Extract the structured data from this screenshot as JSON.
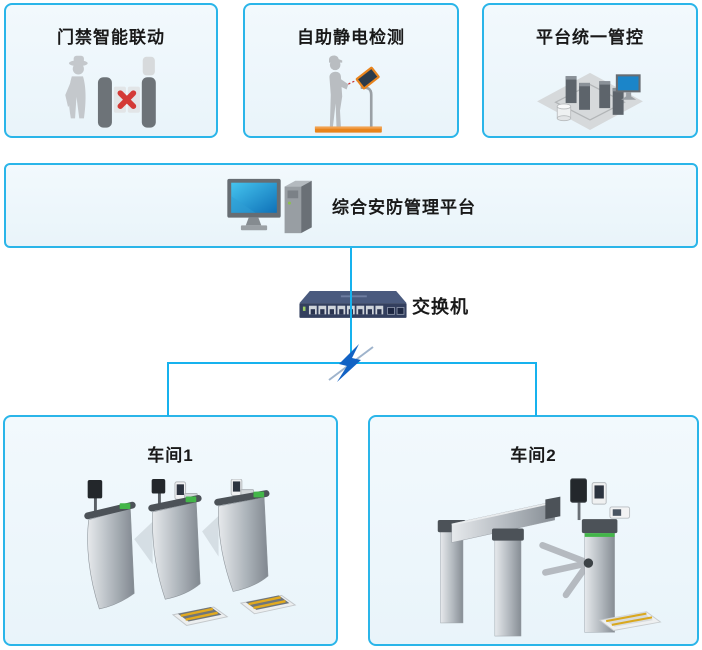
{
  "features": [
    {
      "title": "门禁智能联动",
      "icon": "access-control-linkage-icon"
    },
    {
      "title": "自助静电检测",
      "icon": "static-detection-icon"
    },
    {
      "title": "平台统一管控",
      "icon": "platform-control-icon"
    }
  ],
  "platform": {
    "label": "综合安防管理平台",
    "icon": "desktop-computer-icon"
  },
  "network": {
    "switch_label": "交换机",
    "switch_icon": "network-switch-icon",
    "link_icon": "lightning-link-icon"
  },
  "workshops": [
    {
      "title": "车间1",
      "icon": "flap-barrier-gates-icon"
    },
    {
      "title": "车间2",
      "icon": "tripod-turnstile-icon"
    }
  ],
  "colors": {
    "card_border": "#2ab5e9",
    "card_bg": "#edf6fb",
    "connector_line": "#16b2ee",
    "bolt_blue": "#1262c4",
    "title_text": "#191919",
    "accent_green": "#43b649",
    "accent_orange": "#e8841d",
    "accent_red": "#d43a36",
    "switch_navy": "#333f5e"
  }
}
